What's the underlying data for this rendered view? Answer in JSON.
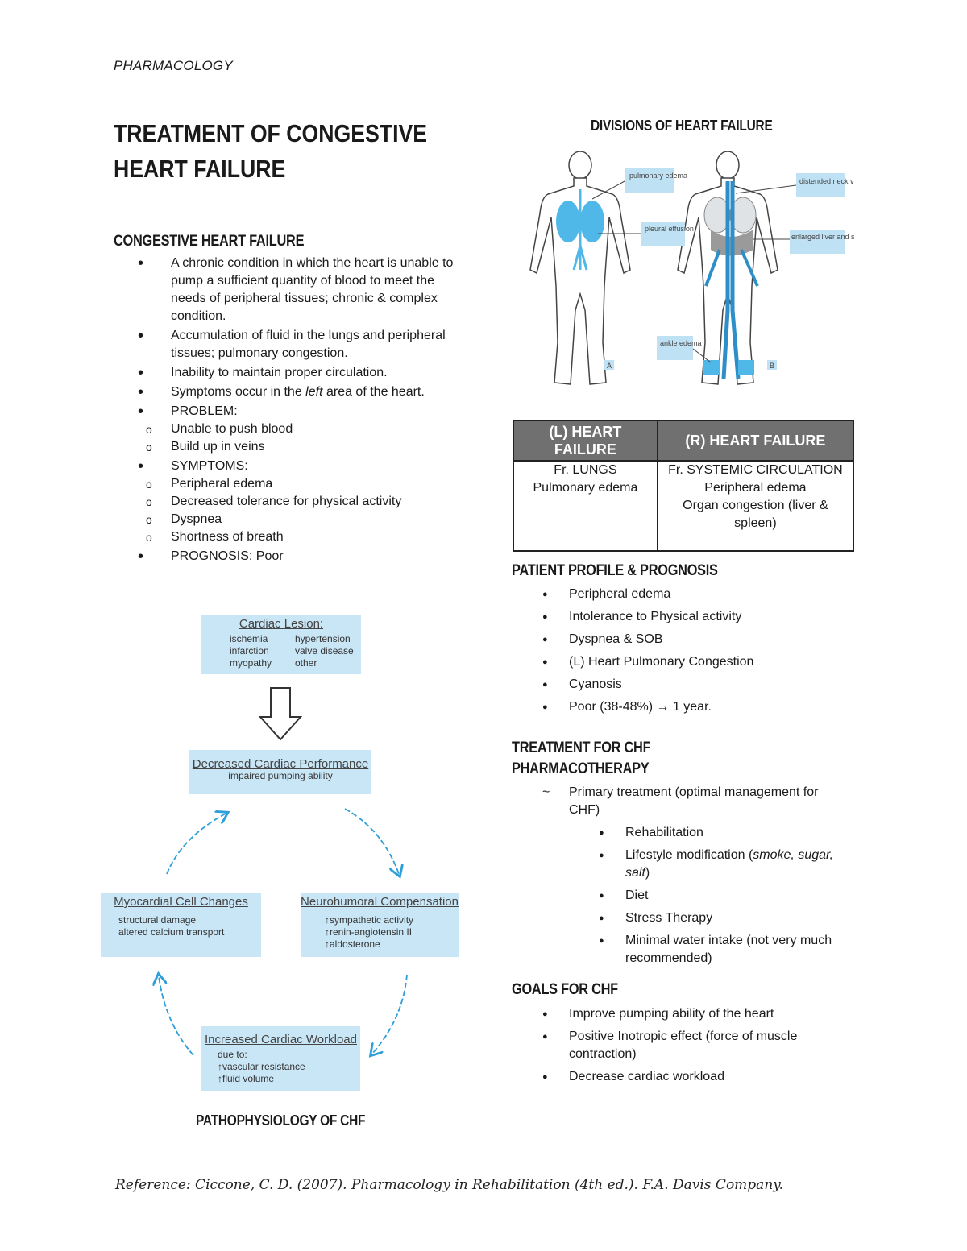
{
  "header": "PHARMACOLOGY",
  "title": "TREATMENT OF CONGESTIVE HEART FAILURE",
  "chf": {
    "heading": "CONGESTIVE HEART FAILURE",
    "b1": "A chronic condition in which the heart is unable to pump a sufficient quantity of blood to meet the needs of peripheral tissues; chronic & complex condition.",
    "b2": "Accumulation of fluid in the lungs and peripheral tissues; pulmonary congestion.",
    "b3": "Inability to maintain proper circulation.",
    "b4_pre": "Symptoms occur in the ",
    "b4_em": "left",
    "b4_post": " area of the heart.",
    "b5": "PROBLEM:",
    "problem": [
      "Unable to push blood",
      "Build up in veins"
    ],
    "b6": "SYMPTOMS:",
    "symptoms": [
      "Peripheral edema",
      "Decreased tolerance for  physical activity",
      "Dyspnea",
      "Shortness of breath"
    ],
    "b7": "PROGNOSIS: Poor"
  },
  "diagram": {
    "lesion_title": "Cardiac Lesion:",
    "lesion_left": [
      "ischemia",
      "infarction",
      "myopathy"
    ],
    "lesion_right": [
      "hypertension",
      "valve disease",
      "other"
    ],
    "perf_title": "Decreased Cardiac Performance",
    "perf_sub": "impaired pumping ability",
    "myo_title": "Myocardial Cell Changes",
    "myo_lines": [
      "structural damage",
      "altered calcium transport"
    ],
    "neuro_title": "Neurohumoral Compensation",
    "neuro_lines": [
      "↑sympathetic activity",
      "↑renin-angiotensin II",
      "↑aldosterone"
    ],
    "work_title": "Increased Cardiac Workload",
    "work_lines": [
      "due to:",
      "↑vascular resistance",
      "↑fluid volume"
    ],
    "caption": "PATHOPHYSIOLOGY OF CHF"
  },
  "divisions": {
    "heading": "DIVISIONS OF HEART FAILURE",
    "labels": {
      "pulmonary_edema": "pulmonary edema",
      "pleural_effusion": "pleural effusion",
      "distended_neck_veins": "distended neck veins",
      "enlarged_liver": "enlarged liver and spleen",
      "ankle_edema": "ankle edema",
      "a": "A",
      "b": "B"
    }
  },
  "table": {
    "left_head": "(L) HEART FAILURE",
    "right_head": "(R) HEART FAILURE",
    "left_lines": [
      "Fr. LUNGS",
      "Pulmonary edema"
    ],
    "right_lines": [
      "Fr. SYSTEMIC CIRCULATION",
      "Peripheral edema",
      "Organ congestion (liver & spleen)"
    ]
  },
  "profile": {
    "heading": "PATIENT PROFILE & PROGNOSIS",
    "items": [
      "Peripheral edema",
      "Intolerance to Physical activity",
      "Dyspnea & SOB",
      "(L) Heart Pulmonary Congestion",
      "Cyanosis",
      "Poor (38-48%) → 1 year."
    ]
  },
  "treatment": {
    "heading1": "TREATMENT FOR CHF",
    "heading2": "PHARMACOTHERAPY",
    "primary": "Primary treatment (optimal management for CHF)",
    "i1": "Rehabilitation",
    "i2_pre": "Lifestyle modification (",
    "i2_em": "smoke, sugar, salt",
    "i2_post": ")",
    "i3": "Diet",
    "i4": "Stress Therapy",
    "i5": "Minimal water intake (not very much recommended)"
  },
  "goals": {
    "heading": "GOALS FOR CHF",
    "items": [
      "Improve pumping ability of the heart",
      "Positive Inotropic effect (force of muscle contraction)",
      "Decrease cardiac workload"
    ]
  },
  "reference": "Reference: Ciccone, C. D. (2007). Pharmacology in Rehabilitation (4th ed.). F.A. Davis Company."
}
